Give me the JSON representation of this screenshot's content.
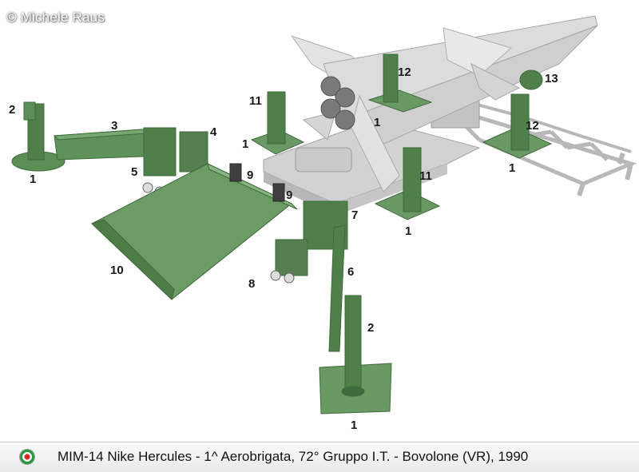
{
  "copyright": "© Michele Raus",
  "caption": "MIM-14 Nike Hercules - 1^ Aerobrigata, 72° Gruppo I.T. - Bovolone (VR), 1990",
  "colors": {
    "part_green": "#5c8f56",
    "part_green_dark": "#3f6b3c",
    "missile_grey": "#d9d9d9",
    "structure_grey": "#bdbdbd",
    "roundel_red": "#d32b2b",
    "roundel_green": "#1f9a3a"
  },
  "callouts": [
    {
      "id": "c01",
      "text": "2"
    },
    {
      "id": "c02",
      "text": "3"
    },
    {
      "id": "c03",
      "text": "4"
    },
    {
      "id": "c04",
      "text": "1"
    },
    {
      "id": "c05",
      "text": "5"
    },
    {
      "id": "c06",
      "text": "11"
    },
    {
      "id": "c07",
      "text": "1"
    },
    {
      "id": "c08",
      "text": "9"
    },
    {
      "id": "c09",
      "text": "9"
    },
    {
      "id": "c10",
      "text": "12"
    },
    {
      "id": "c11",
      "text": "1"
    },
    {
      "id": "c12",
      "text": "13"
    },
    {
      "id": "c13",
      "text": "12"
    },
    {
      "id": "c14",
      "text": "1"
    },
    {
      "id": "c15",
      "text": "11"
    },
    {
      "id": "c16",
      "text": "7"
    },
    {
      "id": "c17",
      "text": "1"
    },
    {
      "id": "c18",
      "text": "10"
    },
    {
      "id": "c19",
      "text": "8"
    },
    {
      "id": "c20",
      "text": "6"
    },
    {
      "id": "c21",
      "text": "2"
    },
    {
      "id": "c22",
      "text": "1"
    }
  ]
}
